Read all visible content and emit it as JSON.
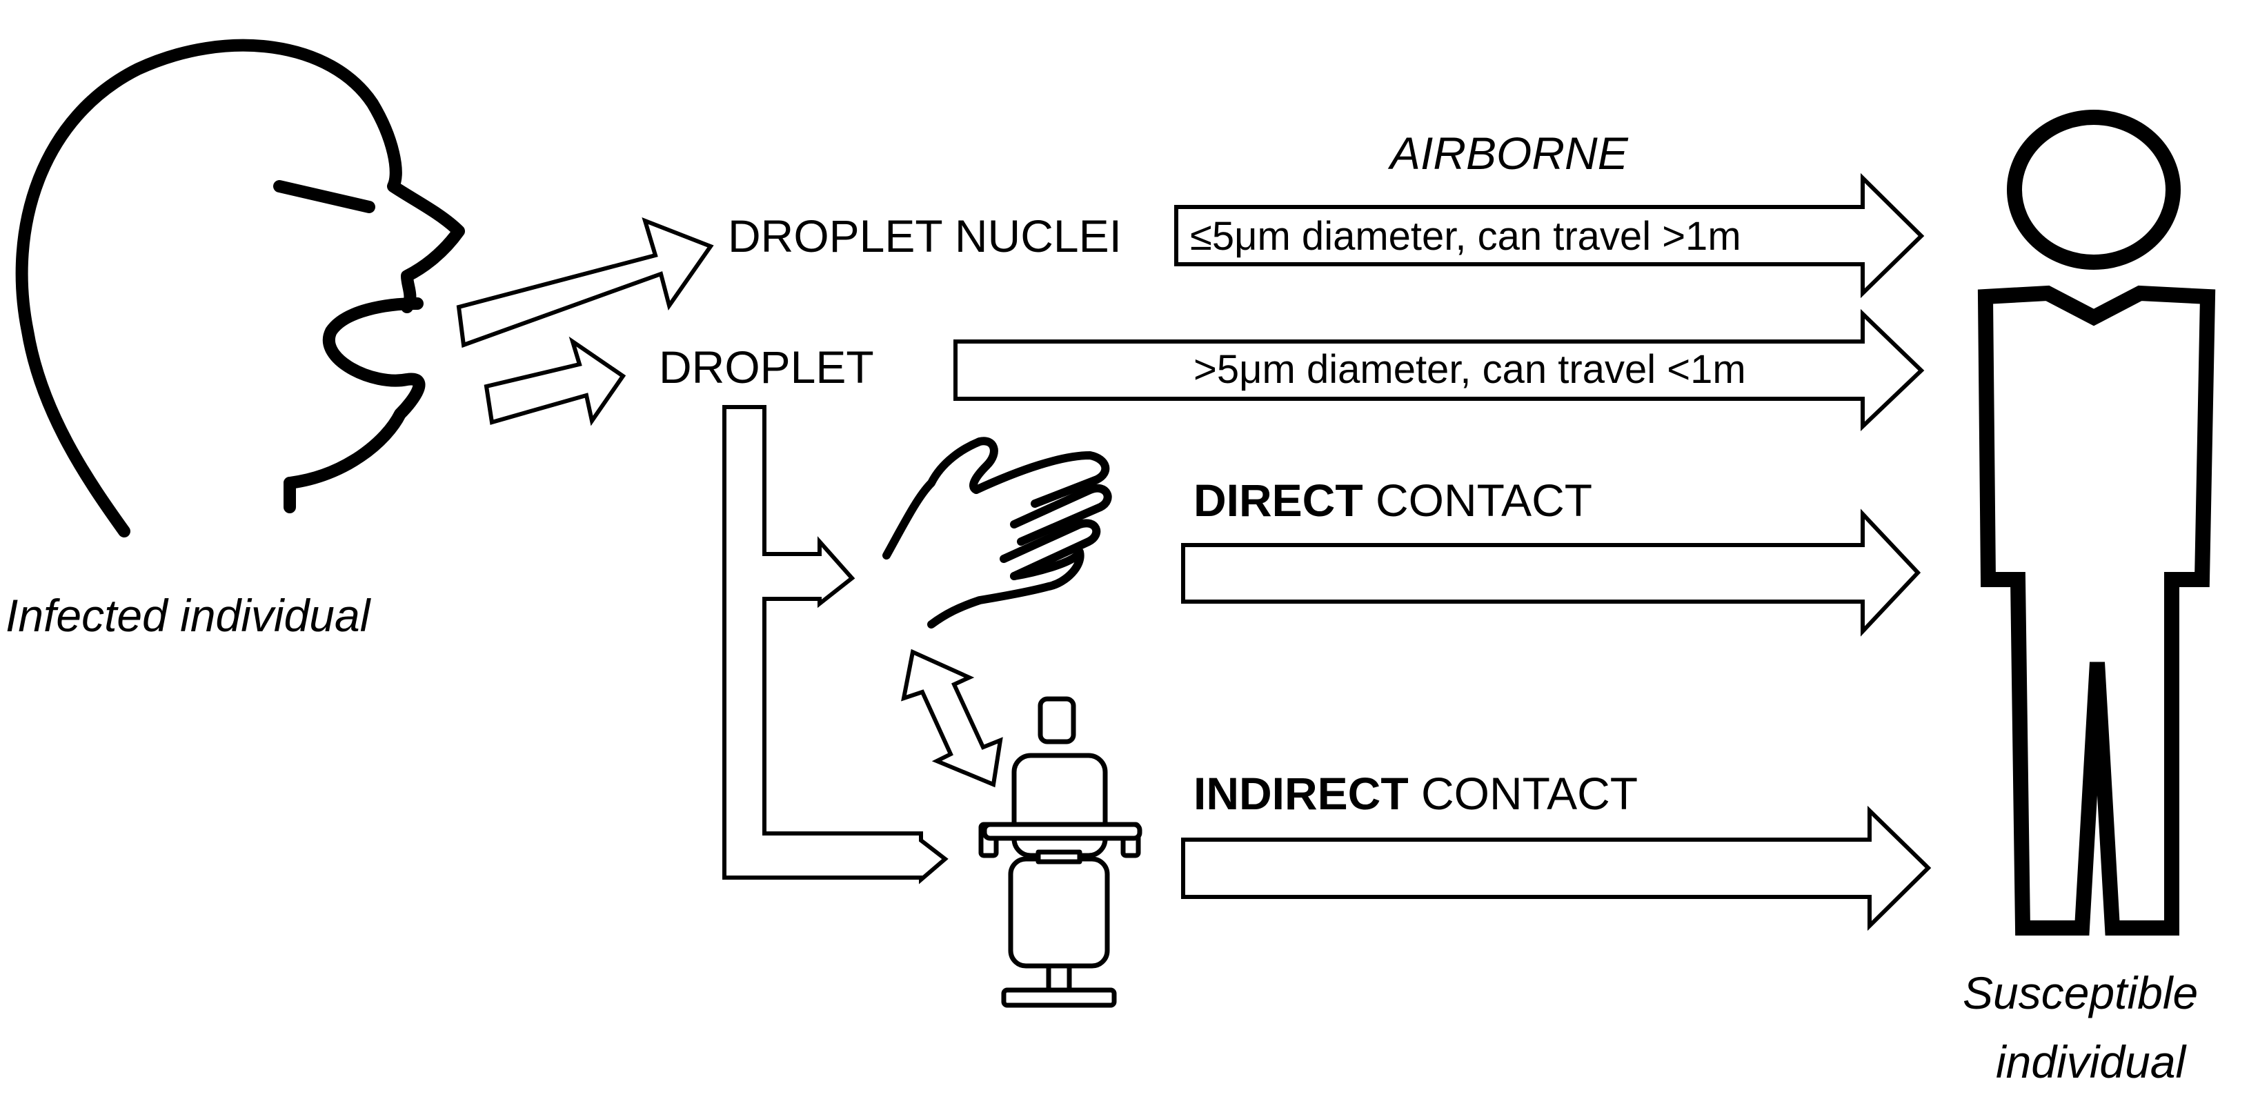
{
  "labels": {
    "infected": "Infected individual",
    "susceptible_line1": "Susceptible",
    "susceptible_line2": "individual",
    "droplet_nuclei": "DROPLET NUCLEI",
    "droplet": "DROPLET",
    "airborne": "AIRBORNE",
    "nuclei_desc": "≤5μm diameter, can travel >1m",
    "droplet_desc": ">5μm diameter, can travel <1m",
    "direct_bold": "DIRECT",
    "direct_rest": " CONTACT",
    "indirect_bold": "INDIRECT",
    "indirect_rest": " CONTACT"
  },
  "icons": {
    "infected": "head-profile-icon",
    "susceptible": "person-figure-icon",
    "hand": "hand-icon",
    "chair": "dental-chair-icon"
  },
  "colors": {
    "stroke": "#000000",
    "background": "#ffffff"
  }
}
